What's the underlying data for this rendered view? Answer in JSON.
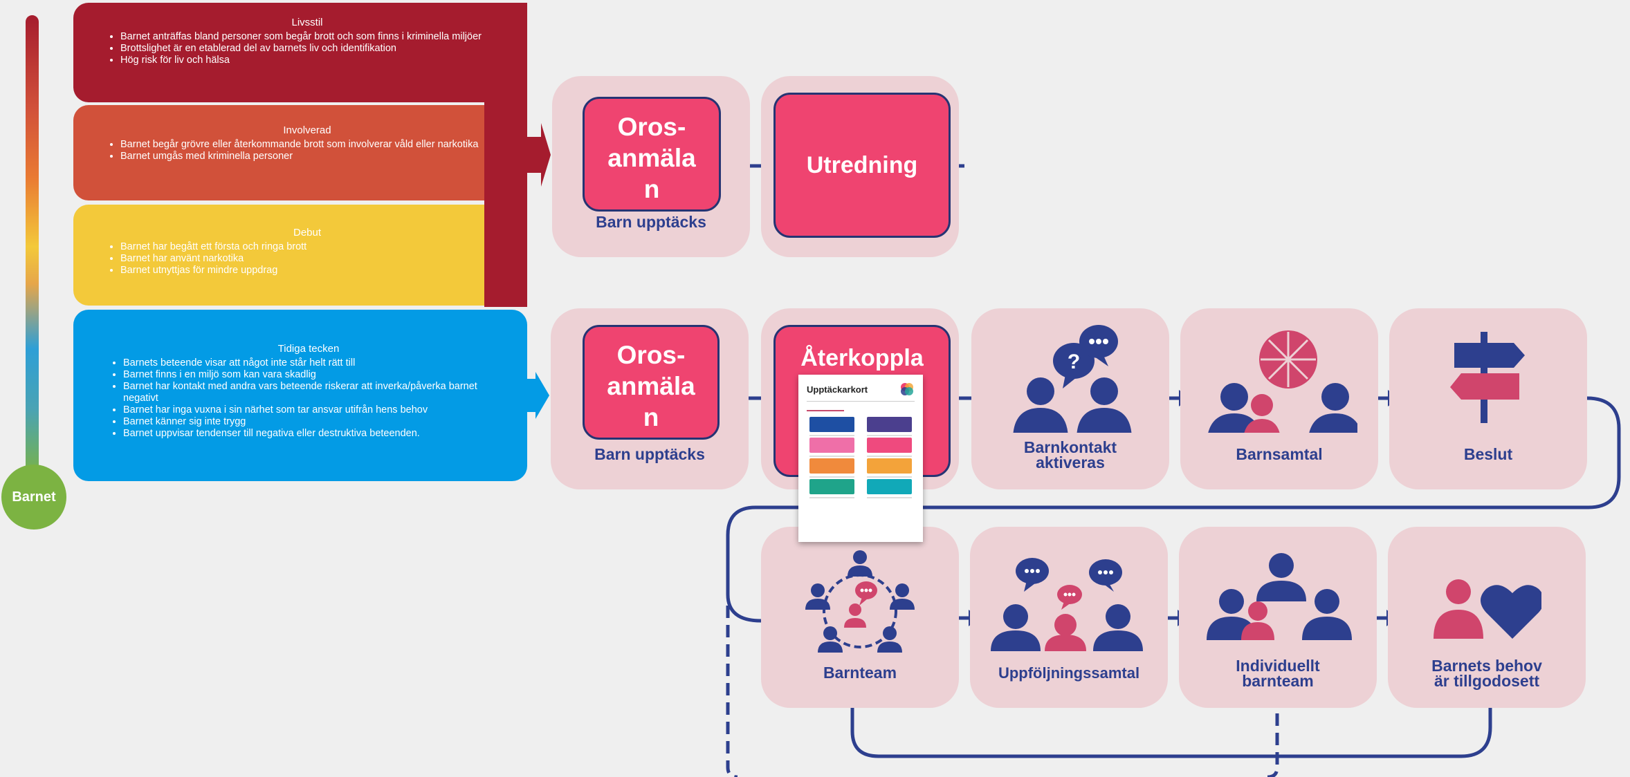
{
  "sidebar": {
    "circle_label": "Barnet"
  },
  "stages": [
    {
      "title": "Livsstil",
      "color": "#a51c2e",
      "items": [
        "Barnet anträffas bland personer som begår brott och som finns i kriminella miljöer",
        "Brottslighet är en etablerad del av barnets liv och identifikation",
        "Hög risk för liv och hälsa"
      ]
    },
    {
      "title": "Involverad",
      "color": "#d1513a",
      "items": [
        "Barnet begår grövre eller återkommande brott som involverar våld eller narkotika",
        "Barnet umgås med kriminella personer"
      ]
    },
    {
      "title": "Debut",
      "color": "#f3c93a",
      "items": [
        "Barnet har begått ett första och ringa brott",
        "Barnet har använt narkotika",
        "Barnet utnyttjas för mindre uppdrag"
      ]
    },
    {
      "title": "Tidiga tecken",
      "color": "#039be5",
      "items": [
        "Barnets beteende visar att något inte står helt rätt till",
        "Barnet finns i en miljö som kan vara skadlig",
        "Barnet har kontakt med andra vars beteende riskerar att inverka/påverka barnet negativt",
        "Barnet har inga vuxna i sin närhet som tar ansvar utifrån hens behov",
        "Barnet känner sig inte trygg",
        "Barnet uppvisar tendenser till negativa eller destruktiva beteenden."
      ]
    }
  ],
  "row1": {
    "oros_box": "Oros-\nanmäla\nn",
    "oros_label": "Barn upptäcks",
    "utredning_box": "Utredning"
  },
  "row2": {
    "oros_box": "Oros-\nanmäla\nn",
    "oros_label": "Barn upptäcks",
    "aterkoppla_box": "Återkoppla",
    "barnkontakt_label": "Barnkontakt\naktiveras",
    "barnsamtal_label": "Barnsamtal",
    "beslut_label": "Beslut"
  },
  "row3": {
    "barnteam_label": "Barnteam",
    "uppfoljning_label": "Uppföljningssamtal",
    "individuellt_label": "Individuellt\nbarnteam",
    "behov_label": "Barnets behov\när tillgodosett"
  },
  "document": {
    "title": "Upptäckarkort"
  },
  "colors": {
    "navy": "#2d3f8e",
    "pink": "#ef4470",
    "card": "#edd1d5",
    "accent_pink": "#d0456c"
  }
}
